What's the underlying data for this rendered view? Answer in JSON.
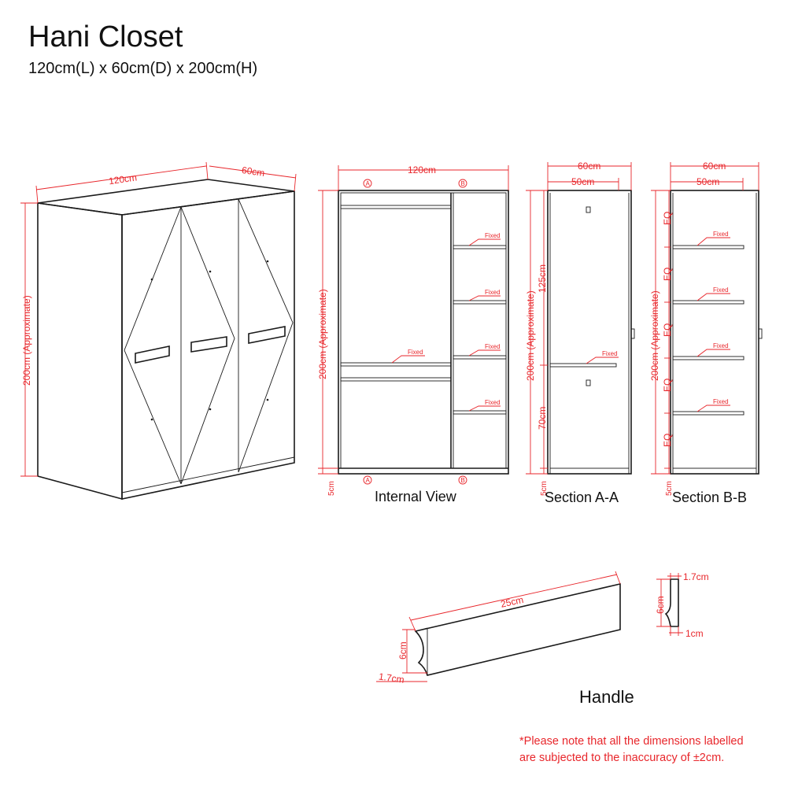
{
  "header": {
    "title": "Hani Closet",
    "subtitle": "120cm(L) x 60cm(D) x 200cm(H)"
  },
  "perspective": {
    "width_label": "120cm",
    "depth_label": "60cm",
    "height_label": "200cm (Approximate)"
  },
  "internal_view": {
    "caption": "Internal View",
    "width_label": "120cm",
    "height_label": "200cm (Approximate)",
    "base_label": "5cm",
    "fixed_label": "Fixed",
    "marker_a": "A",
    "marker_b": "B"
  },
  "section_a": {
    "caption": "Section A-A",
    "outer_depth_label": "60cm",
    "inner_depth_label": "50cm",
    "height_label": "200cm (Approximate)",
    "upper_label": "125cm",
    "lower_label": "70cm",
    "base_label": "5cm",
    "fixed_label": "Fixed"
  },
  "section_b": {
    "caption": "Section B-B",
    "outer_depth_label": "60cm",
    "inner_depth_label": "50cm",
    "height_label": "200cm (Approximate)",
    "eq_label": "EQ",
    "base_label": "5cm",
    "fixed_label": "Fixed"
  },
  "handle": {
    "caption": "Handle",
    "length_label": "25cm",
    "height_label": "6cm",
    "thickness_label": "1.7cm",
    "profile_height_label": "6cm",
    "profile_top_label": "1.7cm",
    "profile_bottom_label": "1cm"
  },
  "note": {
    "line1": "*Please note that all the dimensions labelled",
    "line2": "are subjected to the inaccuracy of ±2cm."
  },
  "colors": {
    "dimension": "#e8262b",
    "outline": "#1a1a1a"
  }
}
